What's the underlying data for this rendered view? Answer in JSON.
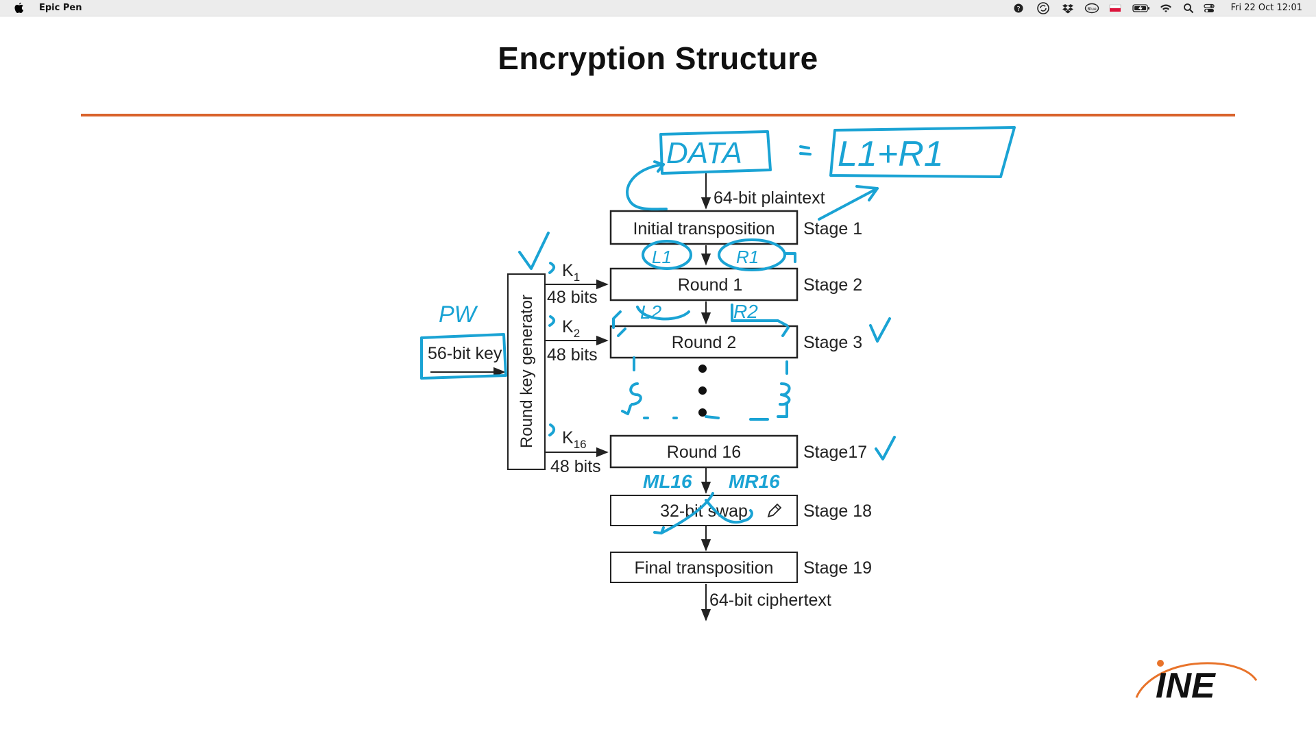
{
  "menubar": {
    "app_name": "Epic Pen",
    "clock": "Fri 22 Oct  12:01",
    "icons": [
      "apple-icon",
      "help-icon",
      "sync-icon",
      "dropbox-icon",
      "cloud-app-icon",
      "flag-icon",
      "battery-icon",
      "wifi-icon",
      "search-icon",
      "control-center-icon"
    ]
  },
  "slide": {
    "title": "Encryption Structure",
    "accent_color": "#d9622b",
    "annotation_color": "#1aa3d4"
  },
  "diagram": {
    "plaintext_label": "64-bit plaintext",
    "ciphertext_label": "64-bit ciphertext",
    "key_box": "56-bit key",
    "generator_label": "Round key generator",
    "keys": [
      {
        "k": "K",
        "sub": "1",
        "bits": "48 bits"
      },
      {
        "k": "K",
        "sub": "2",
        "bits": "48 bits"
      },
      {
        "k": "K",
        "sub": "16",
        "bits": "48 bits"
      }
    ],
    "boxes": [
      {
        "label": "Initial transposition",
        "stage": "Stage 1"
      },
      {
        "label": "Round 1",
        "stage": "Stage 2"
      },
      {
        "label": "Round 2",
        "stage": "Stage 3"
      },
      {
        "label": "Round 16",
        "stage": "Stage17"
      },
      {
        "label": "32-bit swap",
        "stage": "Stage 18"
      },
      {
        "label": "Final transposition",
        "stage": "Stage 19"
      }
    ]
  },
  "annotations": {
    "data": "DATA",
    "equals": "=",
    "l1r1": "L1+R1",
    "l1": "L1",
    "r1": "R1",
    "l2": "L2",
    "r2": "R2",
    "pw": "PW",
    "ml16": "ML16",
    "mr16": "MR16"
  },
  "logo_text": "INE"
}
